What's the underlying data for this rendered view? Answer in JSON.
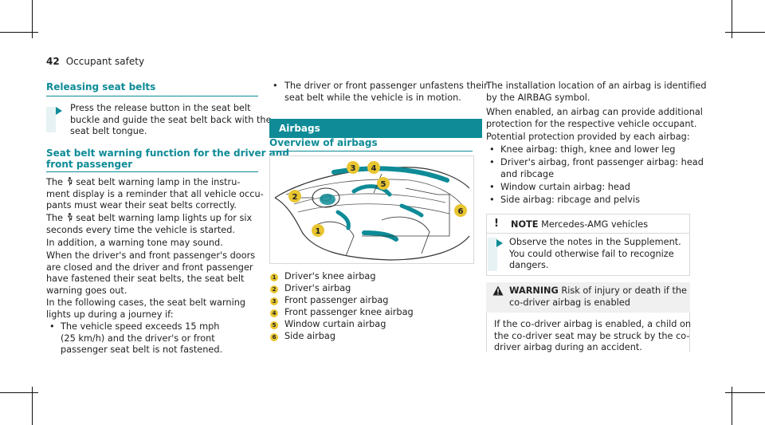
{
  "header": {
    "page_number": "42",
    "section": "Occupant safety"
  },
  "col1": {
    "h1": "Releasing seat belts",
    "step1": [
      "Press the release button in the seat belt",
      "buckle and guide the seat belt back with the",
      "seat belt tongue."
    ],
    "h2": [
      "Seat belt warning function for the driver and",
      "front passenger"
    ],
    "p1a": "The",
    "p1b": "seat belt warning lamp in the instru-",
    "p1": [
      "ment display is a reminder that all vehicle occu-",
      "pants must wear their seat belts correctly."
    ],
    "p2a": "The",
    "p2b": "seat belt warning lamp lights up for six",
    "p2": [
      "seconds every time the vehicle is started."
    ],
    "p3": [
      "In addition, a warning tone may sound."
    ],
    "p4": [
      "When the driver's and front passenger's doors",
      "are closed and the driver and front passenger",
      "have fastened their seat belts, the seat belt",
      "warning goes out."
    ],
    "p5": [
      "In the following cases, the seat belt warning",
      "lights up during a journey if:"
    ],
    "b1": [
      "The vehicle speed exceeds 15 mph",
      "(25 km/h) and the driver's or front",
      "passenger seat belt is not fastened."
    ]
  },
  "col2": {
    "b2": [
      "The driver or front passenger unfastens their",
      "seat belt while the vehicle is in motion."
    ],
    "band": "Airbags",
    "h3": "Overview of airbags",
    "legend": [
      {
        "num": "1",
        "text": "Driver's knee airbag"
      },
      {
        "num": "2",
        "text": "Driver's airbag"
      },
      {
        "num": "3",
        "text": "Front passenger airbag"
      },
      {
        "num": "4",
        "text": "Front passenger knee airbag"
      },
      {
        "num": "5",
        "text": "Window curtain airbag"
      },
      {
        "num": "6",
        "text": "Side airbag"
      }
    ]
  },
  "col3": {
    "p1": [
      "The installation location of an airbag is identified",
      "by the AIRBAG symbol."
    ],
    "p2": [
      "When enabled, an airbag can provide additional",
      "protection for the respective vehicle occupant."
    ],
    "p3": [
      "Potential protection provided by each airbag:"
    ],
    "bullets": [
      [
        "Knee airbag: thigh, knee and lower leg"
      ],
      [
        "Driver's airbag, front passenger airbag: head",
        "and ribcage"
      ],
      [
        "Window curtain airbag: head"
      ],
      [
        "Side airbag: ribcage and pelvis"
      ]
    ],
    "note_title": "NOTE",
    "note_text": "Mercedes-AMG vehicles",
    "note_step": [
      "Observe the notes in the Supplement.",
      "You could otherwise fail to recognize",
      "dangers."
    ],
    "warn_title": "WARNING",
    "warn_head": [
      "Risk of injury or death if the",
      "co-driver airbag is enabled"
    ],
    "warn_text": [
      "If the co-driver airbag is enabled, a child on",
      "the co-driver seat may be struck by the co-",
      "driver airbag during an accident."
    ]
  },
  "colors": {
    "accent": "#0e8b97",
    "callout": "#e8c531"
  },
  "icons": {
    "seatbelt": "seatbelt-warning-icon",
    "arrow": "action-arrow-icon",
    "note": "note-exclamation-icon",
    "warning": "warning-triangle-icon"
  }
}
